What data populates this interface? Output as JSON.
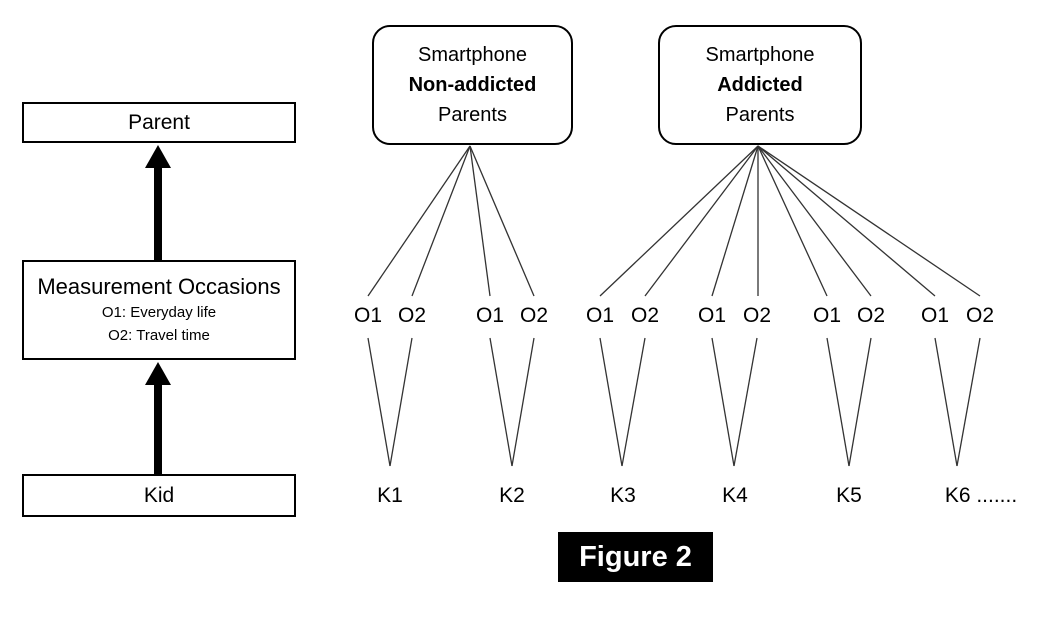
{
  "diagram": {
    "left_flow": {
      "parent_label": "Parent",
      "measurement": {
        "title": "Measurement Occasions",
        "occasion1": "O1: Everyday life",
        "occasion2": "O2: Travel time"
      },
      "kid_label": "Kid"
    },
    "groups": [
      {
        "line1": "Smartphone",
        "line2_bold": "Non-addicted",
        "line3": "Parents"
      },
      {
        "line1": "Smartphone",
        "line2_bold": "Addicted",
        "line3": "Parents"
      }
    ],
    "occasions": {
      "o1": "O1",
      "o2": "O2"
    },
    "kids": [
      "K1",
      "K2",
      "K3",
      "K4",
      "K5",
      "K6 ......."
    ],
    "caption": "Figure 2"
  },
  "colors": {
    "background": "#ffffff",
    "line": "#333333",
    "border": "#000000",
    "text": "#000000",
    "caption_bg": "#000000",
    "caption_text": "#ffffff"
  }
}
